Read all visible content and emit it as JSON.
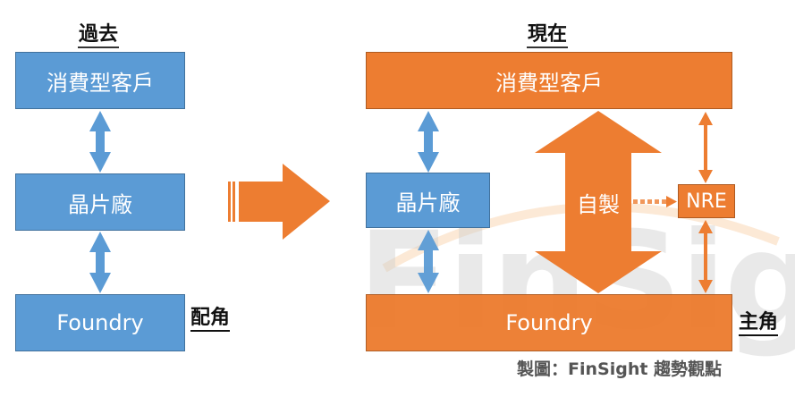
{
  "colors": {
    "blue": "#5b9bd5",
    "orange": "#ed7d31",
    "watermark": "#cfcfcf"
  },
  "past": {
    "title": "過去",
    "boxes": {
      "consumer": "消費型客戶",
      "chipmaker": "晶片廠",
      "foundry": "Foundry"
    },
    "role": "配角"
  },
  "transition_arrow": "arrow-right-icon",
  "present": {
    "title": "現在",
    "boxes": {
      "consumer": "消費型客戶",
      "chipmaker": "晶片廠",
      "foundry": "Foundry",
      "nre": "NRE"
    },
    "self_made": "自製",
    "role": "主角"
  },
  "watermark": "FinSight",
  "credit": "製圖：FinSight 趨勢觀點"
}
